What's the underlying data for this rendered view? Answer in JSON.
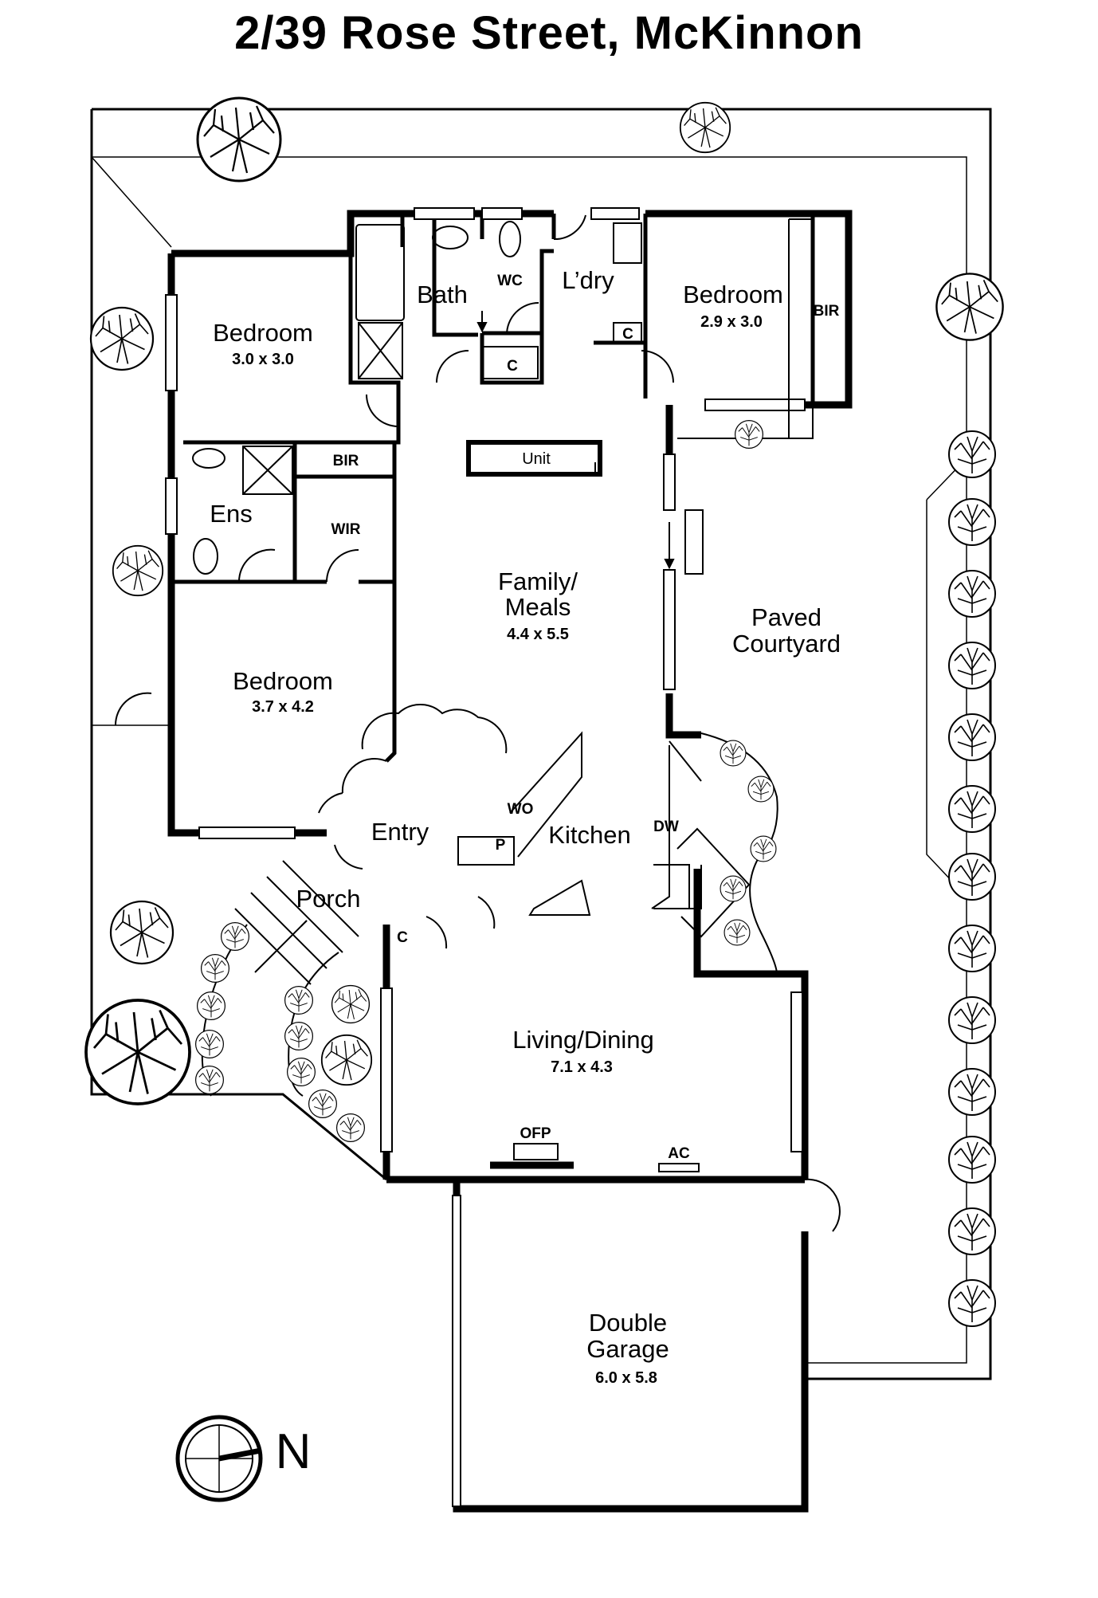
{
  "title": "2/39 Rose Street, McKinnon",
  "rooms": {
    "bedroom_nw": {
      "name": "Bedroom",
      "dim": "3.0 x 3.0"
    },
    "bath": {
      "name": "Bath"
    },
    "wc": {
      "name": "WC"
    },
    "laundry": {
      "name": "L’dry"
    },
    "bedroom_ne": {
      "name": "Bedroom",
      "dim": "2.9 x 3.0"
    },
    "bir_ne": {
      "name": "BIR"
    },
    "bir_w": {
      "name": "BIR"
    },
    "wir": {
      "name": "WIR"
    },
    "ensuite": {
      "name": "Ens"
    },
    "unit": {
      "name": "Unit"
    },
    "family_meals": {
      "line1": "Family/",
      "line2": "Meals",
      "dim": "4.4 x 5.5"
    },
    "paved_courtyard": {
      "line1": "Paved",
      "line2": "Courtyard"
    },
    "bedroom_w": {
      "name": "Bedroom",
      "dim": "3.7 x 4.2"
    },
    "entry": {
      "name": "Entry"
    },
    "kitchen": {
      "name": "Kitchen"
    },
    "porch": {
      "name": "Porch"
    },
    "living_dining": {
      "name": "Living/Dining",
      "dim": "7.1 x 4.3"
    },
    "garage": {
      "line1": "Double",
      "line2": "Garage",
      "dim": "6.0 x 5.8"
    }
  },
  "fixtures": {
    "c1": "C",
    "c2": "C",
    "c3": "C",
    "wo": "WO",
    "p": "P",
    "dw": "DW",
    "ofp": "OFP",
    "ac": "AC"
  },
  "compass": {
    "label": "N",
    "icon": "north-compass-icon"
  },
  "colors": {
    "wall": "#000000",
    "line": "#000000",
    "background": "#ffffff"
  }
}
